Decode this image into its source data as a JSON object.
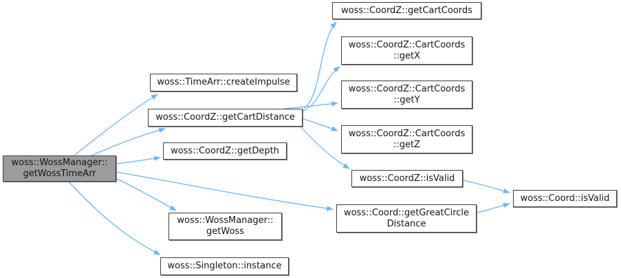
{
  "colors": {
    "background": "#ffffff",
    "edge": "#63b8ff",
    "node_fill": "#ffffff",
    "node_border": "#3e3e3e",
    "root_fill": "#9c9c9c",
    "text": "#151515"
  },
  "nodes": [
    {
      "id": "getWossTimeArr",
      "label": "woss::WossManager::\ngetWossTimeArr",
      "root": true
    },
    {
      "id": "createImpulse",
      "label": "woss::TimeArr::createImpulse"
    },
    {
      "id": "getCartDistance",
      "label": "woss::CoordZ::getCartDistance"
    },
    {
      "id": "getDepth",
      "label": "woss::CoordZ::getDepth"
    },
    {
      "id": "getCartCoords",
      "label": "woss::CoordZ::getCartCoords"
    },
    {
      "id": "getX",
      "label": "woss::CoordZ::CartCoords\n::getX"
    },
    {
      "id": "getY",
      "label": "woss::CoordZ::CartCoords\n::getY"
    },
    {
      "id": "getZ",
      "label": "woss::CoordZ::CartCoords\n::getZ"
    },
    {
      "id": "coordZIsValid",
      "label": "woss::CoordZ::isValid"
    },
    {
      "id": "getGreatCircleDistance",
      "label": "woss::Coord::getGreatCircle\nDistance"
    },
    {
      "id": "coordIsValid",
      "label": "woss::Coord::isValid"
    },
    {
      "id": "getWoss",
      "label": "woss::WossManager::\ngetWoss"
    },
    {
      "id": "instance",
      "label": "woss::Singleton::instance"
    }
  ],
  "edges": [
    {
      "from": "getWossTimeArr",
      "to": "createImpulse"
    },
    {
      "from": "getWossTimeArr",
      "to": "getCartDistance"
    },
    {
      "from": "getWossTimeArr",
      "to": "getDepth"
    },
    {
      "from": "getWossTimeArr",
      "to": "getGreatCircleDistance"
    },
    {
      "from": "getWossTimeArr",
      "to": "getWoss"
    },
    {
      "from": "getWossTimeArr",
      "to": "instance"
    },
    {
      "from": "getCartDistance",
      "to": "getCartCoords"
    },
    {
      "from": "getCartDistance",
      "to": "getX"
    },
    {
      "from": "getCartDistance",
      "to": "getY"
    },
    {
      "from": "getCartDistance",
      "to": "getZ"
    },
    {
      "from": "getCartDistance",
      "to": "coordZIsValid"
    },
    {
      "from": "coordZIsValid",
      "to": "coordIsValid"
    },
    {
      "from": "getGreatCircleDistance",
      "to": "coordIsValid"
    }
  ]
}
